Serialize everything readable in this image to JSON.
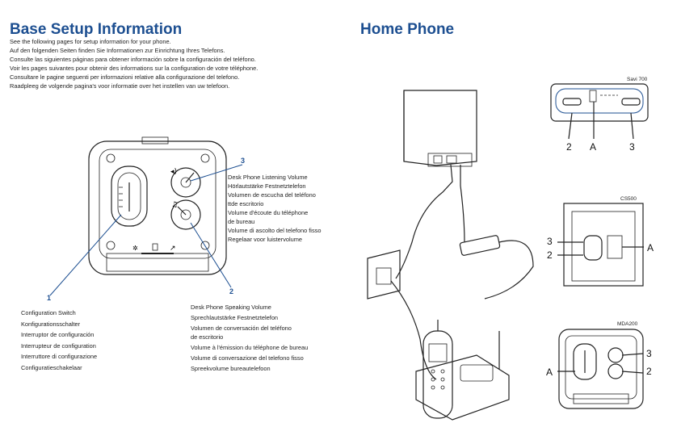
{
  "left": {
    "title": "Base Setup Information",
    "intro": [
      "See the following pages for setup information for your phone.",
      "Auf den folgenden Seiten finden Sie Informationen zur Einrichtung Ihres Telefons.",
      "Consulte las siguientes páginas para obtener información sobre la configuración del teléfono.",
      "Voir les pages suivantes pour obtenir des informations sur la configuration de votre téléphone.",
      "Consultare le pagine seguenti per informazioni relative alla configurazione del telefono.",
      "Raadpleeg de volgende pagina's voor informatie over het instellen van uw telefoon."
    ],
    "callout_3": {
      "number": "3",
      "lines": [
        "Desk Phone Listening Volume",
        "Hörlautstärke Festnetztelefon",
        "Volumen de escucha del teléfono",
        "ttde escritorio",
        "Volume d'écoute du téléphone",
        "de bureau",
        "Volume di ascolto del telefono fisso",
        "Regelaar voor luistervolume"
      ]
    },
    "callout_1": {
      "number": "1",
      "lines": [
        "Configuration Switch",
        "Konfigurationsschalter",
        "Interruptor de configuración",
        "Interrupteur de configuration",
        "Interruttore di configurazione",
        "Configuratieschakelaar"
      ]
    },
    "callout_2": {
      "number": "2",
      "lines": [
        "Desk Phone Speaking Volume",
        "Sprechlautstärke Festnetztelefon",
        "Volumen de conversación del teléfono",
        "de escritorio",
        "Volume à l'émission du téléphone de bureau",
        "Volume di conversazione del telefono fisso",
        "Spreekvolume bureautelefoon"
      ]
    }
  },
  "right": {
    "title": "Home Phone",
    "savi700": {
      "model": "Savi 700",
      "labels": [
        "2",
        "A",
        "3"
      ]
    },
    "cs500": {
      "model": "CS500",
      "labels": [
        "3",
        "2",
        "A"
      ]
    },
    "mda200": {
      "model": "MDA200",
      "labels": [
        "A",
        "3",
        "2"
      ]
    }
  }
}
